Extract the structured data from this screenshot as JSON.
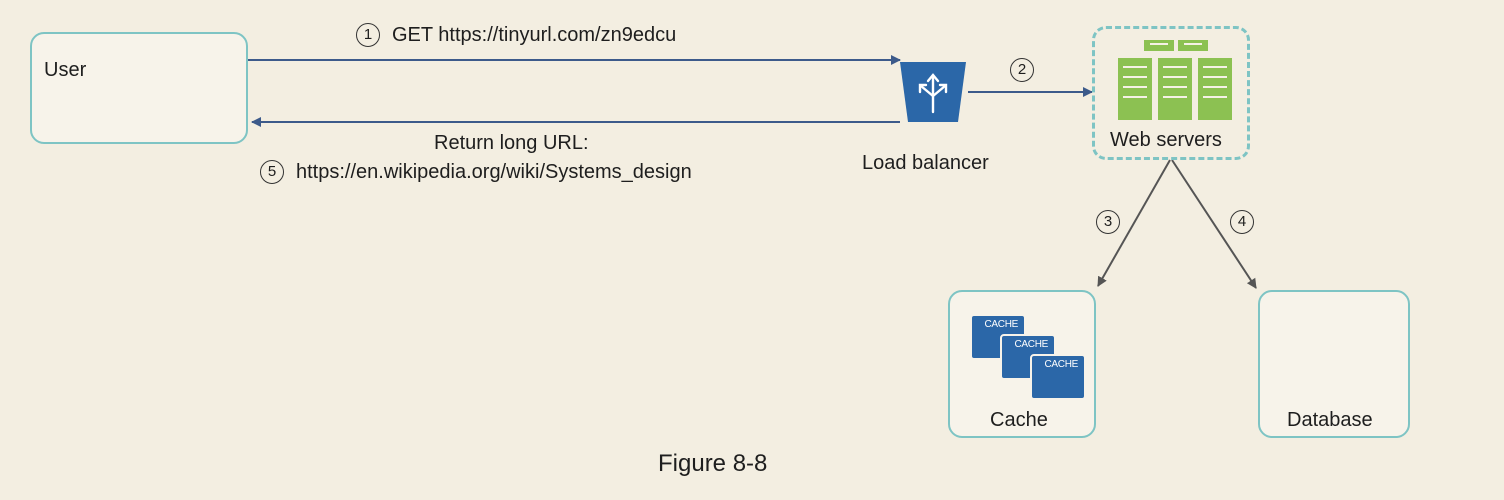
{
  "nodes": {
    "user": {
      "label": "User"
    },
    "load_balancer": {
      "label": "Load balancer"
    },
    "web_servers": {
      "label": "Web servers"
    },
    "cache": {
      "label": "Cache",
      "card_text": "CACHE"
    },
    "database": {
      "label": "Database"
    }
  },
  "steps": {
    "step1": {
      "number": "1",
      "text": "GET https://tinyurl.com/zn9edcu"
    },
    "step2": {
      "number": "2"
    },
    "step3": {
      "number": "3"
    },
    "step4": {
      "number": "4"
    },
    "step5": {
      "number": "5",
      "line1": "Return long URL:",
      "line2": "https://en.wikipedia.org/wiki/Systems_design"
    }
  },
  "caption": "Figure 8-8",
  "colors": {
    "background": "#f3eee1",
    "box_border": "#7ec4c4",
    "icon_blue": "#2b67a8",
    "server_green": "#8cc152",
    "arrow_blue": "#3c5a8a",
    "arrow_gray": "#555555"
  }
}
